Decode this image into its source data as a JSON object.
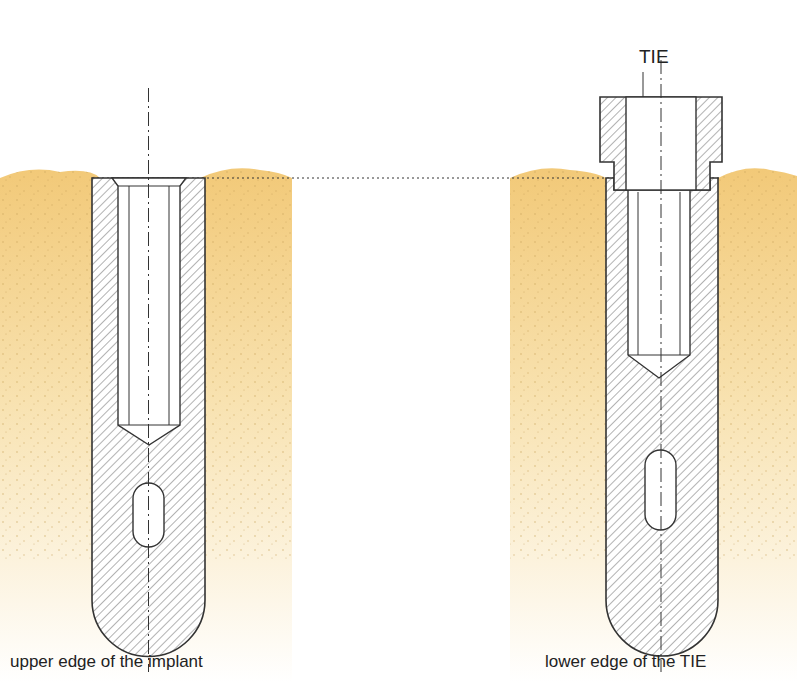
{
  "diagram": {
    "labels": [
      "TIE",
      "upper edge of the implant",
      "lower edge of the TIE"
    ]
  }
}
